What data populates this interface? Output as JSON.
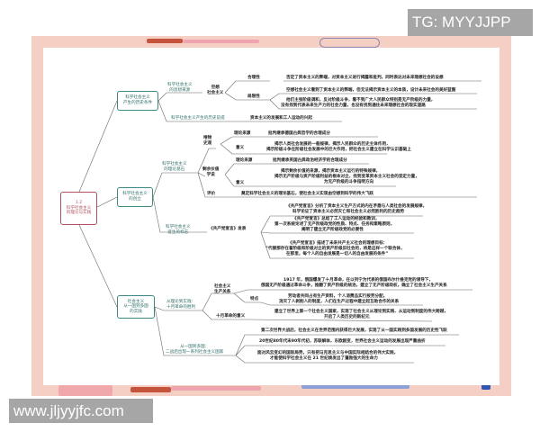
{
  "watermarks": {
    "top": "TG: MYYJJPP",
    "bottom": "www.jljyyjfc.com"
  },
  "colors": {
    "frame": "#f6cfc4",
    "root_border": "#b0505f",
    "branch_border": "#3e8a82",
    "watermark_bg": "#a6a6a6"
  },
  "root": "1.2\n科学社会主义\n的理论与实践",
  "branches": [
    {
      "label": "科学社会主义\n产生的历史条件",
      "sub": [
        {
          "label": "科学社会主义\n的思想来源",
          "node": "空想\n社会主义",
          "items": [
            {
              "label": "合理性",
              "text": [
                "否定了资本主义的弊端，对资本主义进行揭露和批判，同时表达对未来理想社会的设想"
              ]
            },
            {
              "label": "局限性",
              "text": [
                "空想社会主义看到了资本主义的弊端，但无法揭示资本主义的本质，设计未来社会的美好蓝图"
              ],
              "text2": [
                "他们主张阶级调和，反对阶级斗争，看不到广大人民群众特别是无产阶级的力量，",
                "没有找到代表未来生产力的社会力量，也没有找到通往未来理想社会的现实道路"
              ]
            }
          ]
        },
        {
          "label": "科学社会主义产生的历史前提",
          "text": "资本主义的发展和工人运动的兴起"
        }
      ]
    },
    {
      "label": "科学社会主义\n的创立",
      "sub": [
        {
          "label": "科学社会主义\n的理论基石",
          "nodes": [
            {
              "label": "唯物\n史观",
              "items": [
                {
                  "label": "理论来源",
                  "text": [
                    "批判继承德国古典哲学的合理成分"
                  ]
                },
                {
                  "label": "意义",
                  "text": [
                    "揭示人类社会发展的一般规律，揭示人民群众的历史主体作用，",
                    "揭示阶级斗争在阶级社会发展中的巨大作用，把社会主义建立在科学认识基础上"
                  ]
                }
              ]
            },
            {
              "label": "剩余价值\n学说",
              "items": [
                {
                  "label": "理论来源",
                  "text": [
                    "批判继承英国古典政治经济学的合理成分"
                  ]
                },
                {
                  "label": "意义",
                  "text": [
                    "揭示剩余价值的来源，揭示资本主义运行的特殊规律，",
                    "揭示无产阶级与资产阶级利益的根本对立，找到变革资本主义社会的坚定力量，",
                    "为无产阶级的斗争指明方向"
                  ]
                }
              ]
            },
            {
              "label": "评价",
              "text": "奠定科学社会主义的理论基石，使社会主义实现由空想到科学的伟大飞跃"
            }
          ]
        },
        {
          "label": "科学社会主义\n诞生的标志",
          "node": "《共产党宣言》发表",
          "items": [
            [
              "《共产党宣言》分析了资本主义生产方式的内在矛盾与人类社会的发展规律，",
              "科学论证了资本主义必然灭亡和社会主义必然胜利的历史趋势"
            ],
            [
              "《共产党宣言》总结了工人运动的经验和教训，",
              "第一次系统论述了无产阶级政党的性质、特点、任务和策略原则，",
              "阐明了建立无产阶级政党的必要性"
            ],
            [
              "《共产党宣言》描述了未来共产主义社会的理想目标：",
              "“代替那存在着阶级和阶级对立的资产阶级旧社会的，将是这样一个联合体，",
              "在那里，每个人的自由发展是一切人的自由发展的条件”"
            ]
          ]
        }
      ]
    },
    {
      "label": "社会主义\n从一国到多国\n的实践",
      "sub": [
        {
          "label": "从理论到实践：\n十月革命的胜利",
          "nodes": [
            {
              "label": "社会主义\n生产关系",
              "text": [
                "1917 年，俄国爆发了十月革命，在以列宁为代表的俄国布尔什维克党的领导下，",
                "俄国无产阶级通过革命斗争，推翻了资产阶级的统治，建立了无产阶级政权，确立了社会主义生产关系"
              ]
            },
            {
              "label": "特点",
              "text": [
                "劳动者共同占有生产资料，个人消费品实行按劳分配，",
                "消灭了人剥削人的制度，人们在生产过程中建立起互助合作的关系"
              ]
            },
            {
              "label": "十月革命的意义",
              "text": [
                "建立了世界上第一个社会主义国家，实现了社会主义从理论到实践、从运动到制度的伟大跨越，",
                "开启了人类历史的新纪元"
              ]
            }
          ]
        },
        {
          "label": "从一国到多国：\n二战后出现一系列社会主义国家",
          "items": [
            [
              "第二次世界大战后，社会主义在世界范围内获得巨大发展，实现了从一国实践到多国发展的历史性飞跃"
            ],
            [
              "20世纪80年代末90年代初，苏联解体，东欧剧变，世界社会主义运动的发展出现严重曲折"
            ],
            [
              "面对风云变幻的国际局势，只有把马克思主义与中国实际相结合的伟大实践，",
              "才能使科学社会主义在 21 世纪焕发出了蓬勃强大的生命力"
            ]
          ]
        }
      ]
    }
  ]
}
